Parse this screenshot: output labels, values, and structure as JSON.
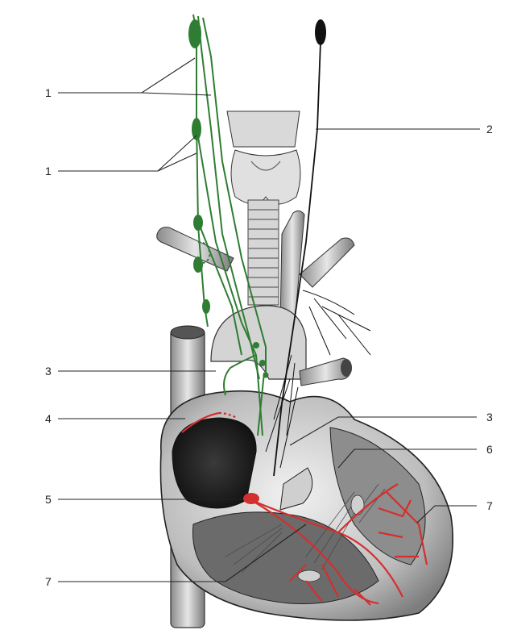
{
  "labels": {
    "l1a": "1",
    "l1b": "1",
    "l2": "2",
    "l3a": "3",
    "l3b": "3",
    "l4": "4",
    "l5": "5",
    "l6": "6",
    "l7a": "7",
    "l7b": "7"
  },
  "colors": {
    "sympathetic": "#2e7d32",
    "parasympathetic": "#111111",
    "conduction": "#d32f2f",
    "tissue": "#cfcfcf",
    "leader": "#222222"
  }
}
